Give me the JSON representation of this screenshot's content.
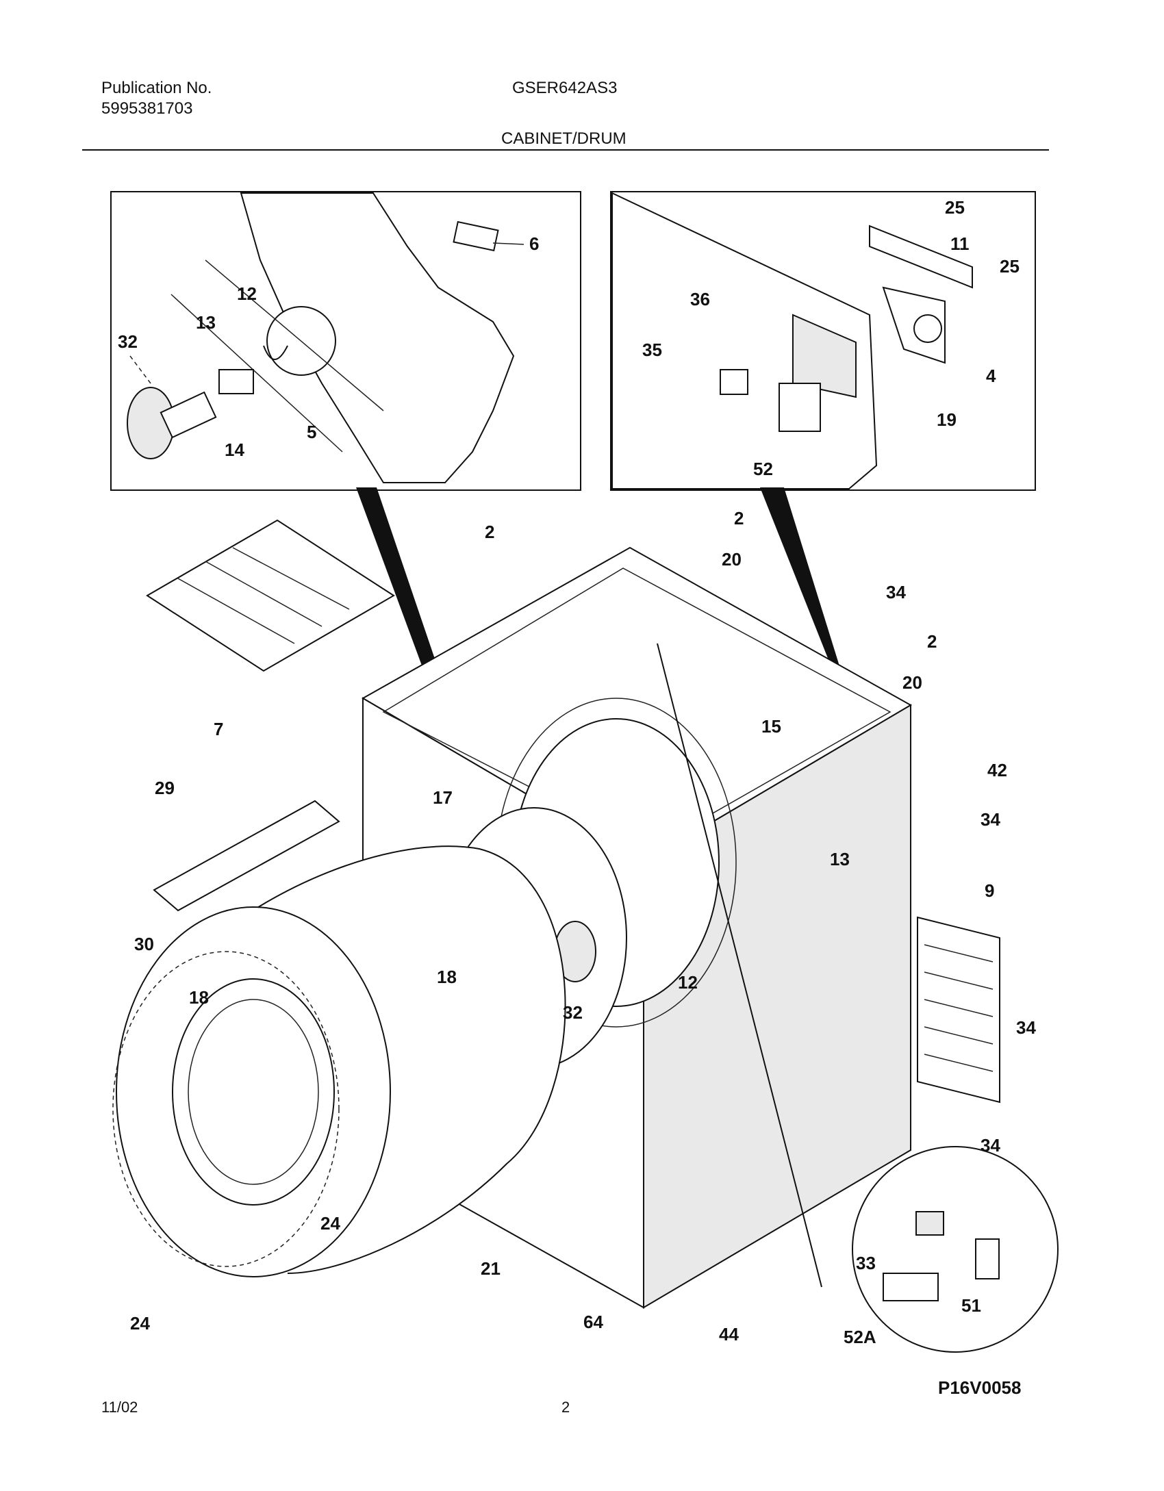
{
  "header": {
    "publication_label": "Publication No.",
    "publication_number": "5995381703",
    "model": "GSER642AS3",
    "section": "CABINET/DRUM"
  },
  "footer": {
    "date": "11/02",
    "page": "2"
  },
  "figure_id": "P16V0058",
  "callouts": {
    "c2a": "2",
    "c2b": "2",
    "c2c": "2",
    "c4": "4",
    "c5": "5",
    "c6": "6",
    "c7": "7",
    "c9": "9",
    "c11": "11",
    "c12a": "12",
    "c12b": "12",
    "c13a": "13",
    "c13b": "13",
    "c14": "14",
    "c15": "15",
    "c17": "17",
    "c18a": "18",
    "c18b": "18",
    "c19": "19",
    "c20a": "20",
    "c20b": "20",
    "c21": "21",
    "c24a": "24",
    "c24b": "24",
    "c25a": "25",
    "c25b": "25",
    "c29": "29",
    "c30": "30",
    "c32a": "32",
    "c32b": "32",
    "c33": "33",
    "c34a": "34",
    "c34b": "34",
    "c34c": "34",
    "c34d": "34",
    "c35": "35",
    "c36": "36",
    "c42": "42",
    "c44": "44",
    "c51": "51",
    "c52": "52",
    "c52a": "52A",
    "c64": "64"
  }
}
